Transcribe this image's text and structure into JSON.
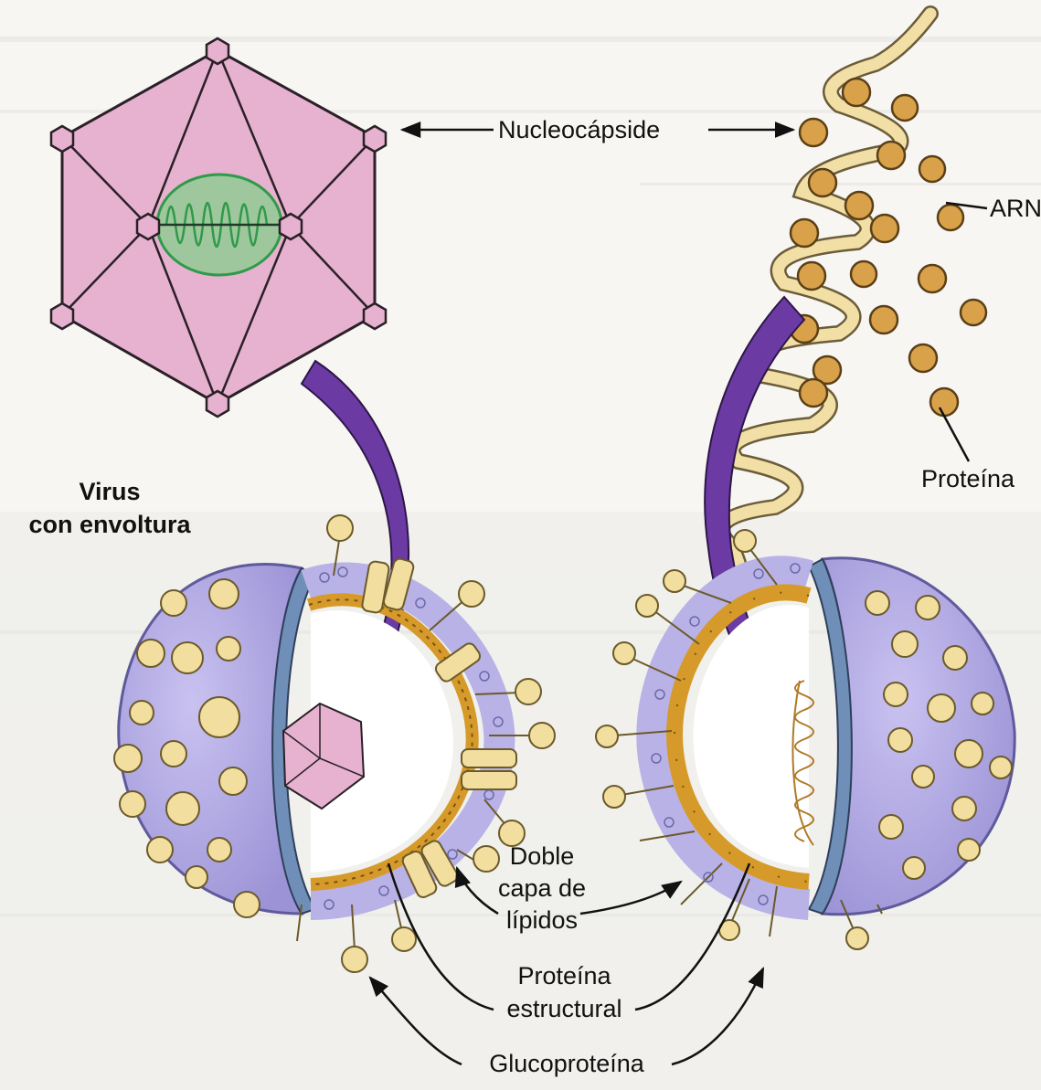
{
  "labels": {
    "nucleocapsid": "Nucleocápside",
    "rna": "ARN",
    "protein": "Proteína",
    "virus_enveloped_line1": "Virus",
    "virus_enveloped_line2": "con envoltura",
    "lipid_line1": "Doble",
    "lipid_line2": "capa de",
    "lipid_line3": "lípidos",
    "structural_line1": "Proteína",
    "structural_line2": "estructural",
    "glycoprotein": "Glucoproteína"
  },
  "colors": {
    "capsid_face": "#e6b2cf",
    "capsid_edge": "#2b2028",
    "nucleic_acid": "#2f9a4a",
    "nucleic_fill": "#9fc79d",
    "envelope": "#b6aee6",
    "envelope_edge": "#5f5a9c",
    "membrane_blue": "#6f8fb8",
    "structural_protein": "#d69a2a",
    "glycoprotein": "#f2de9e",
    "arrow_purple": "#6b3aa3",
    "helix_strand": "#f2dfa6",
    "protein_bead": "#d9a24a"
  }
}
